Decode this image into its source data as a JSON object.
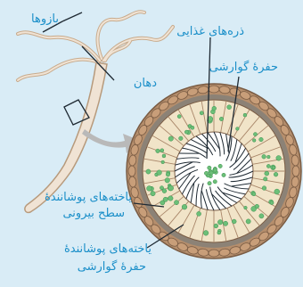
{
  "labels": {
    "arms": "بازوها",
    "mouth": "دهان",
    "food_particles": "ذره‌های غذایی",
    "digestive_cavity": "حفرهٔ گوارشی",
    "outer_cells_line1": "یاخته‌های پوشانندهٔ",
    "outer_cells_line2": "سطح بیرونی",
    "inner_cells_line1": "یاخته‌های پوشانندهٔ",
    "inner_cells_line2": "حفرهٔ گوارشی"
  },
  "colors": {
    "background": "#d9ecf6",
    "label_text": "#1b8fc9",
    "hydra_body": "#f0e3d4",
    "hydra_outline": "#b79a7c",
    "outer_cell_layer": "#b58e6c",
    "inner_cell_layer": "#f1e4c8",
    "food_particle": "#6cbf78",
    "leader_line": "#1f2a33",
    "arrow": "#b9b9b9"
  }
}
